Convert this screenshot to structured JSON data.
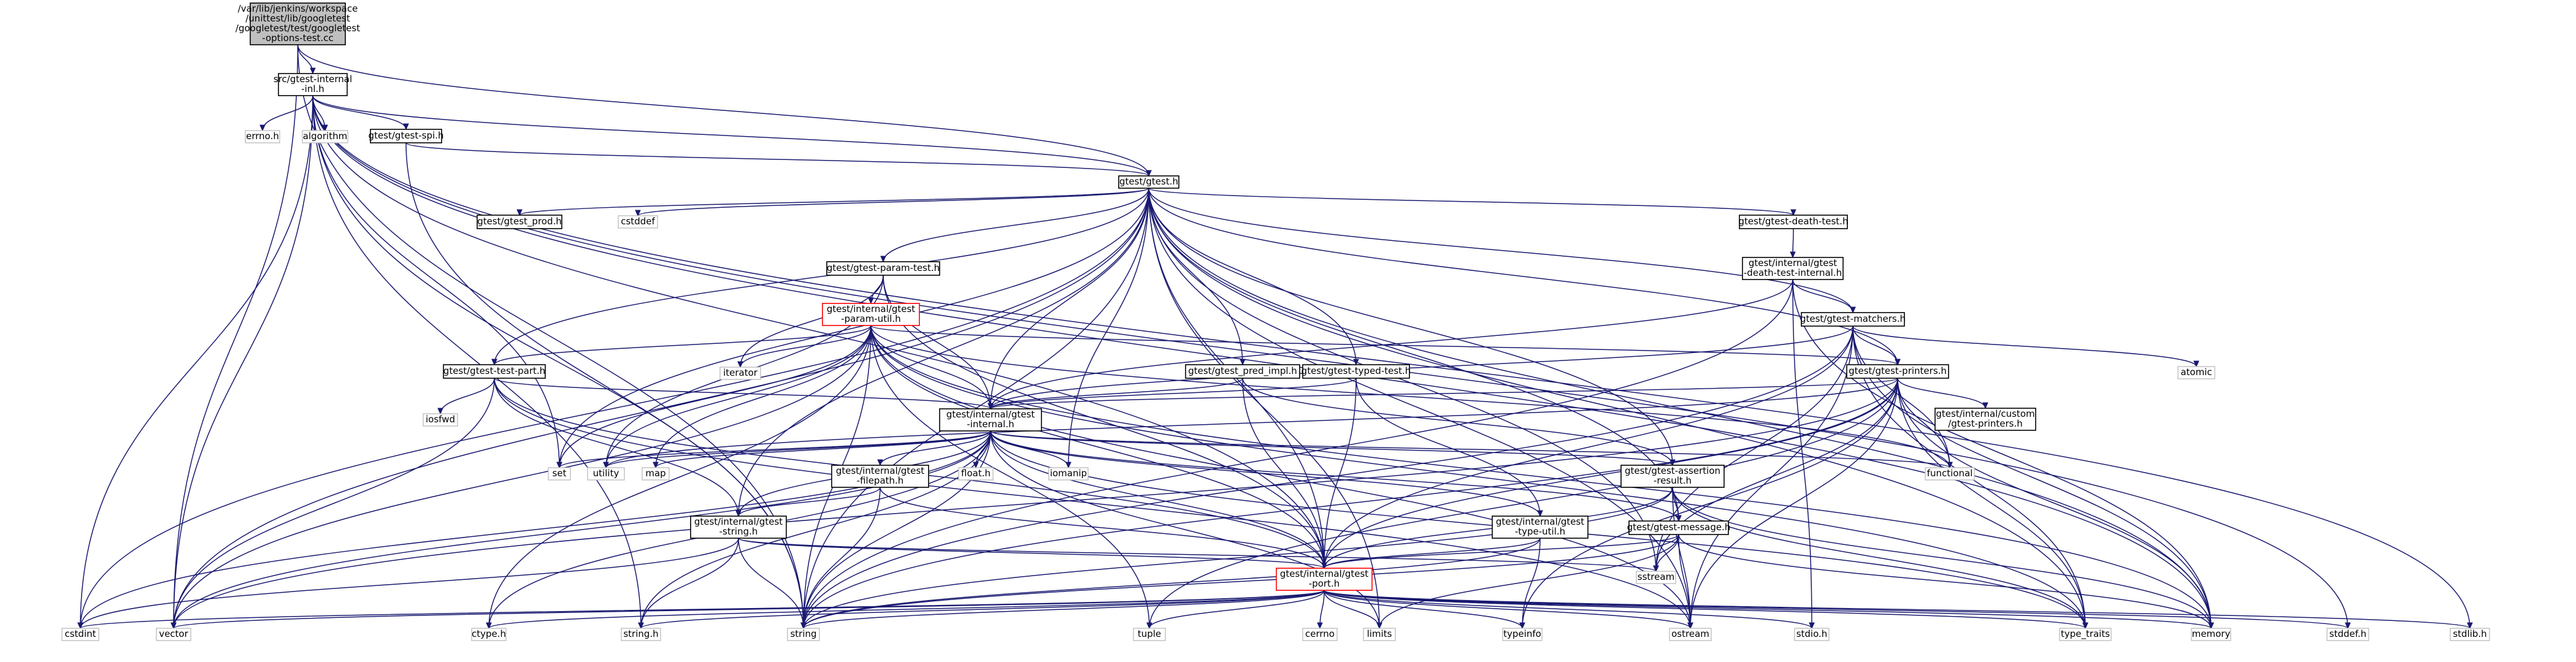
{
  "graph": {
    "nodes": [
      {
        "id": "root",
        "lines": [
          "/var/lib/jenkins/workspace",
          "/unittest/lib/googletest",
          "/googletest/test/googletest",
          "-options-test.cc"
        ],
        "kind": "root"
      },
      {
        "id": "gtest_internal_inl",
        "lines": [
          "src/gtest-internal",
          "-inl.h"
        ],
        "kind": "box"
      },
      {
        "id": "errno",
        "lines": [
          "errno.h"
        ],
        "kind": "sys"
      },
      {
        "id": "algorithm",
        "lines": [
          "algorithm"
        ],
        "kind": "sys"
      },
      {
        "id": "gtest_spi",
        "lines": [
          "gtest/gtest-spi.h"
        ],
        "kind": "box"
      },
      {
        "id": "gtest_h",
        "lines": [
          "gtest/gtest.h"
        ],
        "kind": "box"
      },
      {
        "id": "gtest_prod",
        "lines": [
          "gtest/gtest_prod.h"
        ],
        "kind": "box"
      },
      {
        "id": "cstddef",
        "lines": [
          "cstddef"
        ],
        "kind": "sys"
      },
      {
        "id": "death_test",
        "lines": [
          "gtest/gtest-death-test.h"
        ],
        "kind": "box"
      },
      {
        "id": "death_test_internal",
        "lines": [
          "gtest/internal/gtest",
          "-death-test-internal.h"
        ],
        "kind": "box"
      },
      {
        "id": "param_test",
        "lines": [
          "gtest/gtest-param-test.h"
        ],
        "kind": "box"
      },
      {
        "id": "param_util",
        "lines": [
          "gtest/internal/gtest",
          "-param-util.h"
        ],
        "kind": "red"
      },
      {
        "id": "matchers",
        "lines": [
          "gtest/gtest-matchers.h"
        ],
        "kind": "box"
      },
      {
        "id": "atomic",
        "lines": [
          "atomic"
        ],
        "kind": "sys"
      },
      {
        "id": "test_part",
        "lines": [
          "gtest/gtest-test-part.h"
        ],
        "kind": "box"
      },
      {
        "id": "iterator",
        "lines": [
          "iterator"
        ],
        "kind": "sys"
      },
      {
        "id": "pred_impl",
        "lines": [
          "gtest/gtest_pred_impl.h"
        ],
        "kind": "box"
      },
      {
        "id": "typed_test",
        "lines": [
          "gtest/gtest-typed-test.h"
        ],
        "kind": "box"
      },
      {
        "id": "printers",
        "lines": [
          "gtest/gtest-printers.h"
        ],
        "kind": "box"
      },
      {
        "id": "iosfwd",
        "lines": [
          "iosfwd"
        ],
        "kind": "sys"
      },
      {
        "id": "internal_h",
        "lines": [
          "gtest/internal/gtest",
          "-internal.h"
        ],
        "kind": "box"
      },
      {
        "id": "custom_printers",
        "lines": [
          "gtest/internal/custom",
          "/gtest-printers.h"
        ],
        "kind": "box"
      },
      {
        "id": "set",
        "lines": [
          "set"
        ],
        "kind": "sys"
      },
      {
        "id": "utility",
        "lines": [
          "utility"
        ],
        "kind": "sys"
      },
      {
        "id": "map",
        "lines": [
          "map"
        ],
        "kind": "sys"
      },
      {
        "id": "float",
        "lines": [
          "float.h"
        ],
        "kind": "sys"
      },
      {
        "id": "iomanip",
        "lines": [
          "iomanip"
        ],
        "kind": "sys"
      },
      {
        "id": "functional",
        "lines": [
          "functional"
        ],
        "kind": "sys"
      },
      {
        "id": "filepath",
        "lines": [
          "gtest/internal/gtest",
          "-filepath.h"
        ],
        "kind": "box"
      },
      {
        "id": "assertion_result",
        "lines": [
          "gtest/gtest-assertion",
          "-result.h"
        ],
        "kind": "box"
      },
      {
        "id": "string_h_g",
        "lines": [
          "gtest/internal/gtest",
          "-string.h"
        ],
        "kind": "box"
      },
      {
        "id": "type_util",
        "lines": [
          "gtest/internal/gtest",
          "-type-util.h"
        ],
        "kind": "box"
      },
      {
        "id": "message",
        "lines": [
          "gtest/gtest-message.h"
        ],
        "kind": "box"
      },
      {
        "id": "sstream",
        "lines": [
          "sstream"
        ],
        "kind": "sys"
      },
      {
        "id": "port",
        "lines": [
          "gtest/internal/gtest",
          "-port.h"
        ],
        "kind": "red"
      },
      {
        "id": "cstdint",
        "lines": [
          "cstdint"
        ],
        "kind": "sys"
      },
      {
        "id": "vector",
        "lines": [
          "vector"
        ],
        "kind": "sys"
      },
      {
        "id": "ctype",
        "lines": [
          "ctype.h"
        ],
        "kind": "sys"
      },
      {
        "id": "string_c",
        "lines": [
          "string.h"
        ],
        "kind": "sys"
      },
      {
        "id": "string",
        "lines": [
          "string"
        ],
        "kind": "sys"
      },
      {
        "id": "cerrno",
        "lines": [
          "cerrno"
        ],
        "kind": "sys"
      },
      {
        "id": "limits",
        "lines": [
          "limits"
        ],
        "kind": "sys"
      },
      {
        "id": "tuple",
        "lines": [
          "tuple"
        ],
        "kind": "sys"
      },
      {
        "id": "typeinfo",
        "lines": [
          "typeinfo"
        ],
        "kind": "sys"
      },
      {
        "id": "ostream",
        "lines": [
          "ostream"
        ],
        "kind": "sys"
      },
      {
        "id": "stdio",
        "lines": [
          "stdio.h"
        ],
        "kind": "sys"
      },
      {
        "id": "type_traits",
        "lines": [
          "type_traits"
        ],
        "kind": "sys"
      },
      {
        "id": "memory",
        "lines": [
          "memory"
        ],
        "kind": "sys"
      },
      {
        "id": "stddef",
        "lines": [
          "stddef.h"
        ],
        "kind": "sys"
      },
      {
        "id": "stdlib",
        "lines": [
          "stdlib.h"
        ],
        "kind": "sys"
      }
    ],
    "edges": [
      [
        "root",
        "gtest_internal_inl"
      ],
      [
        "root",
        "gtest_h"
      ],
      [
        "root",
        "vector"
      ],
      [
        "root",
        "string"
      ],
      [
        "gtest_internal_inl",
        "errno"
      ],
      [
        "gtest_internal_inl",
        "algorithm"
      ],
      [
        "gtest_internal_inl",
        "gtest_spi"
      ],
      [
        "gtest_internal_inl",
        "gtest_h"
      ],
      [
        "gtest_internal_inl",
        "port"
      ],
      [
        "gtest_internal_inl",
        "cstdint"
      ],
      [
        "gtest_internal_inl",
        "vector"
      ],
      [
        "gtest_internal_inl",
        "string"
      ],
      [
        "gtest_internal_inl",
        "set"
      ],
      [
        "gtest_internal_inl",
        "memory"
      ],
      [
        "gtest_internal_inl",
        "stdlib"
      ],
      [
        "gtest_internal_inl",
        "stddef"
      ],
      [
        "gtest_internal_inl",
        "string_c"
      ],
      [
        "gtest_spi",
        "gtest_h"
      ],
      [
        "gtest_spi",
        "string"
      ],
      [
        "gtest_h",
        "gtest_prod"
      ],
      [
        "gtest_h",
        "cstddef"
      ],
      [
        "gtest_h",
        "death_test"
      ],
      [
        "gtest_h",
        "param_test"
      ],
      [
        "gtest_h",
        "matchers"
      ],
      [
        "gtest_h",
        "printers"
      ],
      [
        "gtest_h",
        "test_part"
      ],
      [
        "gtest_h",
        "pred_impl"
      ],
      [
        "gtest_h",
        "typed_test"
      ],
      [
        "gtest_h",
        "internal_h"
      ],
      [
        "gtest_h",
        "assertion_result"
      ],
      [
        "gtest_h",
        "message"
      ],
      [
        "gtest_h",
        "port"
      ],
      [
        "gtest_h",
        "string_h_g"
      ],
      [
        "gtest_h",
        "cstdint"
      ],
      [
        "gtest_h",
        "vector"
      ],
      [
        "gtest_h",
        "string"
      ],
      [
        "gtest_h",
        "set"
      ],
      [
        "gtest_h",
        "limits"
      ],
      [
        "gtest_h",
        "iomanip"
      ],
      [
        "gtest_h",
        "ostream"
      ],
      [
        "gtest_h",
        "memory"
      ],
      [
        "gtest_h",
        "type_traits"
      ],
      [
        "gtest_h",
        "sstream"
      ],
      [
        "death_test",
        "death_test_internal"
      ],
      [
        "death_test_internal",
        "matchers"
      ],
      [
        "death_test_internal",
        "internal_h"
      ],
      [
        "death_test_internal",
        "stdio"
      ],
      [
        "death_test_internal",
        "memory"
      ],
      [
        "death_test_internal",
        "string"
      ],
      [
        "param_test",
        "param_util"
      ],
      [
        "param_test",
        "iterator"
      ],
      [
        "param_test",
        "utility"
      ],
      [
        "param_test",
        "internal_h"
      ],
      [
        "param_test",
        "port"
      ],
      [
        "param_util",
        "test_part"
      ],
      [
        "param_util",
        "printers"
      ],
      [
        "param_util",
        "internal_h"
      ],
      [
        "param_util",
        "port"
      ],
      [
        "param_util",
        "iterator"
      ],
      [
        "param_util",
        "map"
      ],
      [
        "param_util",
        "set"
      ],
      [
        "param_util",
        "utility"
      ],
      [
        "param_util",
        "vector"
      ],
      [
        "param_util",
        "string"
      ],
      [
        "param_util",
        "tuple"
      ],
      [
        "param_util",
        "ostream"
      ],
      [
        "param_util",
        "memory"
      ],
      [
        "param_util",
        "type_traits"
      ],
      [
        "param_util",
        "functional"
      ],
      [
        "param_util",
        "ctype"
      ],
      [
        "matchers",
        "printers"
      ],
      [
        "matchers",
        "internal_h"
      ],
      [
        "matchers",
        "port"
      ],
      [
        "matchers",
        "atomic"
      ],
      [
        "matchers",
        "functional"
      ],
      [
        "matchers",
        "memory"
      ],
      [
        "matchers",
        "ostream"
      ],
      [
        "matchers",
        "string"
      ],
      [
        "matchers",
        "type_traits"
      ],
      [
        "matchers",
        "sstream"
      ],
      [
        "test_part",
        "iosfwd"
      ],
      [
        "test_part",
        "vector"
      ],
      [
        "test_part",
        "internal_h"
      ],
      [
        "test_part",
        "string_h_g"
      ],
      [
        "test_part",
        "port"
      ],
      [
        "test_part",
        "ostream"
      ],
      [
        "pred_impl",
        "internal_h"
      ],
      [
        "pred_impl",
        "assertion_result"
      ],
      [
        "pred_impl",
        "port"
      ],
      [
        "typed_test",
        "internal_h"
      ],
      [
        "typed_test",
        "type_util"
      ],
      [
        "typed_test",
        "port"
      ],
      [
        "printers",
        "internal_h"
      ],
      [
        "printers",
        "custom_printers"
      ],
      [
        "printers",
        "port"
      ],
      [
        "printers",
        "functional"
      ],
      [
        "printers",
        "memory"
      ],
      [
        "printers",
        "ostream"
      ],
      [
        "printers",
        "sstream"
      ],
      [
        "printers",
        "string"
      ],
      [
        "printers",
        "tuple"
      ],
      [
        "printers",
        "type_traits"
      ],
      [
        "printers",
        "typeinfo"
      ],
      [
        "printers",
        "utility"
      ],
      [
        "printers",
        "vector"
      ],
      [
        "internal_h",
        "set"
      ],
      [
        "internal_h",
        "utility"
      ],
      [
        "internal_h",
        "map"
      ],
      [
        "internal_h",
        "float"
      ],
      [
        "internal_h",
        "iomanip"
      ],
      [
        "internal_h",
        "functional"
      ],
      [
        "internal_h",
        "filepath"
      ],
      [
        "internal_h",
        "assertion_result"
      ],
      [
        "internal_h",
        "string_h_g"
      ],
      [
        "internal_h",
        "type_util"
      ],
      [
        "internal_h",
        "message"
      ],
      [
        "internal_h",
        "port"
      ],
      [
        "internal_h",
        "cstdint"
      ],
      [
        "internal_h",
        "vector"
      ],
      [
        "internal_h",
        "ctype"
      ],
      [
        "internal_h",
        "string_c"
      ],
      [
        "internal_h",
        "string"
      ],
      [
        "internal_h",
        "limits"
      ],
      [
        "internal_h",
        "type_traits"
      ],
      [
        "filepath",
        "string_h_g"
      ],
      [
        "filepath",
        "port"
      ],
      [
        "filepath",
        "string"
      ],
      [
        "assertion_result",
        "message"
      ],
      [
        "assertion_result",
        "port"
      ],
      [
        "assertion_result",
        "memory"
      ],
      [
        "assertion_result",
        "ostream"
      ],
      [
        "assertion_result",
        "string"
      ],
      [
        "assertion_result",
        "type_traits"
      ],
      [
        "string_h_g",
        "port"
      ],
      [
        "string_h_g",
        "cstdint"
      ],
      [
        "string_h_g",
        "sstream"
      ],
      [
        "string_h_g",
        "string_c"
      ],
      [
        "string_h_g",
        "string"
      ],
      [
        "type_util",
        "port"
      ],
      [
        "type_util",
        "string"
      ],
      [
        "type_util",
        "typeinfo"
      ],
      [
        "message",
        "port"
      ],
      [
        "message",
        "limits"
      ],
      [
        "message",
        "memory"
      ],
      [
        "message",
        "ostream"
      ],
      [
        "message",
        "sstream"
      ],
      [
        "message",
        "string"
      ],
      [
        "port",
        "cerrno"
      ],
      [
        "port",
        "cstdint"
      ],
      [
        "port",
        "vector"
      ],
      [
        "port",
        "ctype"
      ],
      [
        "port",
        "string_c"
      ],
      [
        "port",
        "string"
      ],
      [
        "port",
        "limits"
      ],
      [
        "port",
        "tuple"
      ],
      [
        "port",
        "typeinfo"
      ],
      [
        "port",
        "ostream"
      ],
      [
        "port",
        "stdio"
      ],
      [
        "port",
        "type_traits"
      ],
      [
        "port",
        "memory"
      ],
      [
        "port",
        "stddef"
      ],
      [
        "port",
        "stdlib"
      ]
    ]
  }
}
